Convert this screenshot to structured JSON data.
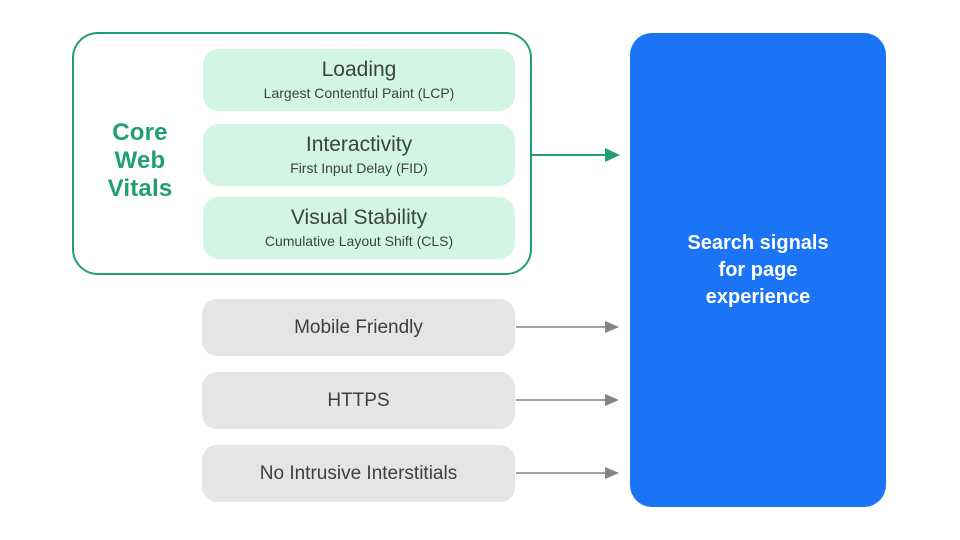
{
  "colors": {
    "green": "#21A06E",
    "green_light": "#D3F5E6",
    "blue": "#1B74F5",
    "gray_pill": "#E5E5E6",
    "gray_arrow_line": "#9AA0A6",
    "gray_arrow_head": "#7F858B",
    "text_dark": "#3C4043",
    "text_white": "#FFFFFF",
    "background": "#FFFFFF"
  },
  "core_web_vitals": {
    "label": "Core\nWeb\nVitals",
    "items": [
      {
        "title": "Loading",
        "subtitle": "Largest Contentful Paint (LCP)"
      },
      {
        "title": "Interactivity",
        "subtitle": "First Input Delay (FID)"
      },
      {
        "title": "Visual Stability",
        "subtitle": "Cumulative Layout Shift (CLS)"
      }
    ]
  },
  "other_signals": [
    "Mobile Friendly",
    "HTTPS",
    "No Intrusive Interstitials"
  ],
  "result": {
    "label": "Search signals\nfor page\nexperience"
  }
}
